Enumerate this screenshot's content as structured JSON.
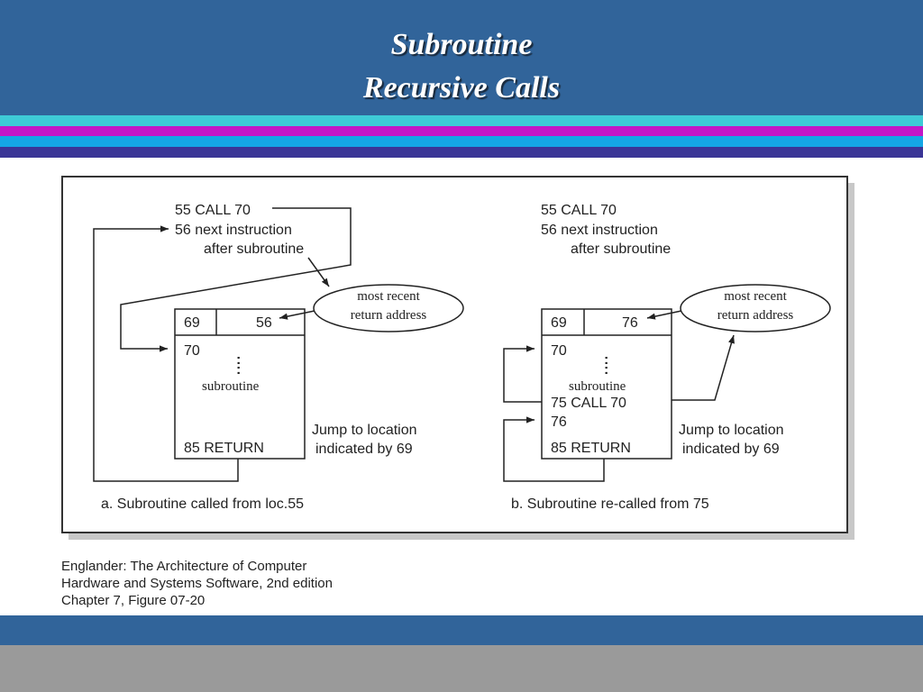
{
  "slide": {
    "title_line1": "Subroutine",
    "title_line2": "Recursive Calls",
    "citation": [
      "Englander: The Architecture of Computer",
      "Hardware and Systems Software, 2nd edition",
      "Chapter 7, Figure 07-20"
    ]
  },
  "diagram_a": {
    "line1": "55 CALL 70",
    "line2": "56  next instruction",
    "line3": "after subroutine",
    "ellipse_line1": "most recent",
    "ellipse_line2": "return address",
    "cell_left": "69",
    "cell_right": "56",
    "row70": "70",
    "dots": ":",
    "subroutine": "subroutine",
    "ret": "85 RETURN",
    "jump1": "Jump to location",
    "jump2": "indicated by 69",
    "caption": "a. Subroutine called from loc.55"
  },
  "diagram_b": {
    "line1": "55 CALL 70",
    "line2": "56  next instruction",
    "line3": "after subroutine",
    "ellipse_line1": "most recent",
    "ellipse_line2": "return address",
    "cell_left": "69",
    "cell_right": "76",
    "row70": "70",
    "dots": ":",
    "subroutine": "subroutine",
    "call75": "75 CALL 70",
    "row76": "76",
    "ret": "85 RETURN",
    "jump1": "Jump to location",
    "jump2": "indicated by 69",
    "caption": "b. Subroutine re-called from 75"
  }
}
